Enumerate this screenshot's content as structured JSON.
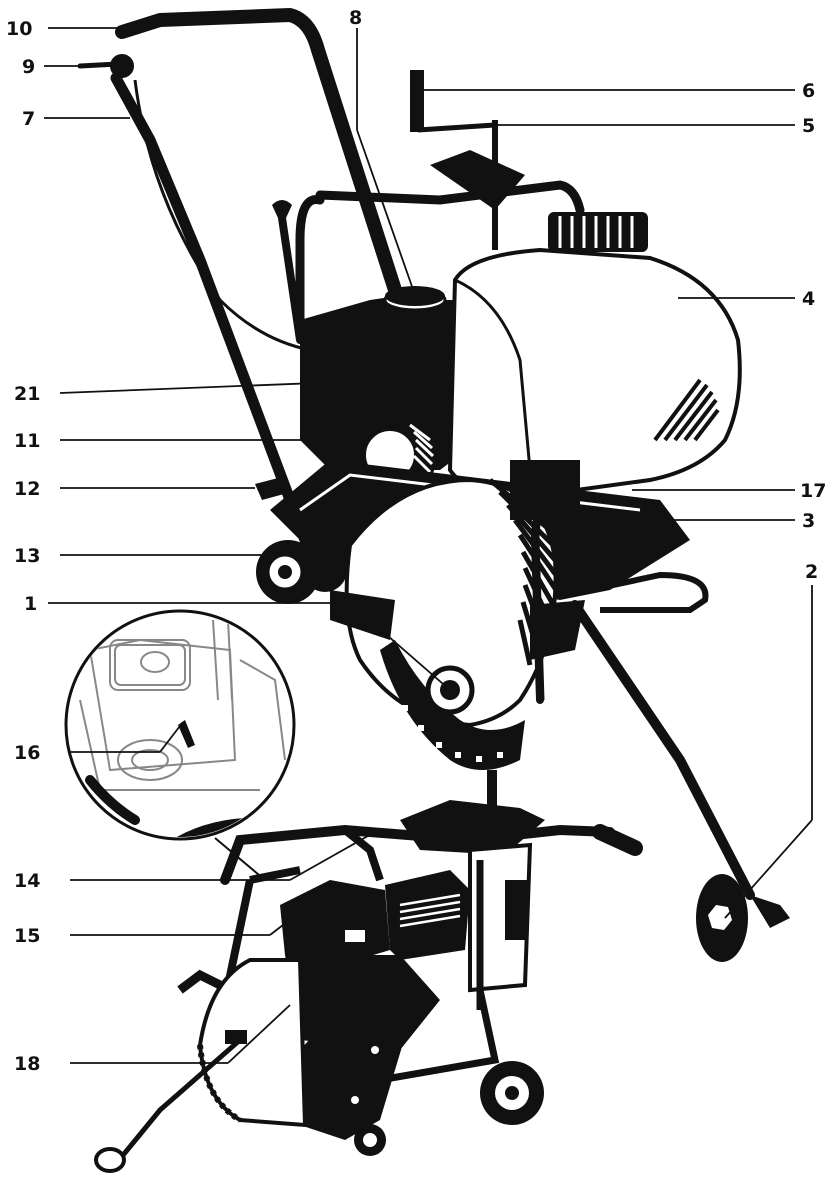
{
  "callouts": {
    "c10": "10",
    "c9": "9",
    "c7": "7",
    "c8": "8",
    "c6": "6",
    "c5": "5",
    "c4": "4",
    "c21": "21",
    "c11": "11",
    "c12": "12",
    "c17": "17",
    "c3": "3",
    "c13": "13",
    "c2": "2",
    "c1": "1",
    "c16": "16",
    "c14": "14",
    "c15": "15",
    "c18": "18"
  },
  "colors": {
    "ink": "#111111",
    "paper": "#ffffff",
    "detail_gray": "#888888"
  }
}
